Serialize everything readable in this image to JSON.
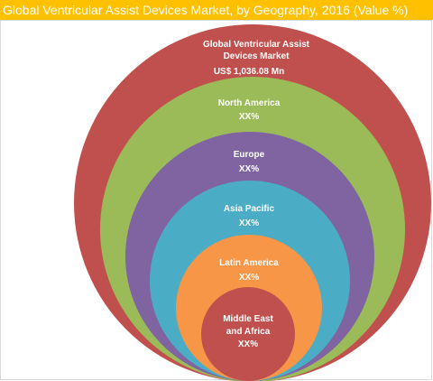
{
  "title": "Global Ventricular Assist Devices Market, by Geography, 2016 (Value %)",
  "colors": {
    "title_bg": "#ffc000",
    "global": "#c0504d",
    "north_america": "#9bbb59",
    "europe": "#8064a2",
    "asia_pacific": "#4bacc6",
    "latin_america": "#f79646",
    "mea": "#c0504d"
  },
  "rings": {
    "global": {
      "line1": "Global Ventricular Assist",
      "line2": "Devices Market",
      "value": "US$ 1,036.08 Mn"
    },
    "north_america": {
      "name": "North America",
      "value": "XX%"
    },
    "europe": {
      "name": "Europe",
      "value": "XX%"
    },
    "asia_pacific": {
      "name": "Asia Pacific",
      "value": "XX%"
    },
    "latin_america": {
      "name": "Latin America",
      "value": "XX%"
    },
    "mea": {
      "line1": "Middle East",
      "line2": "and Africa",
      "value": "XX%"
    }
  }
}
